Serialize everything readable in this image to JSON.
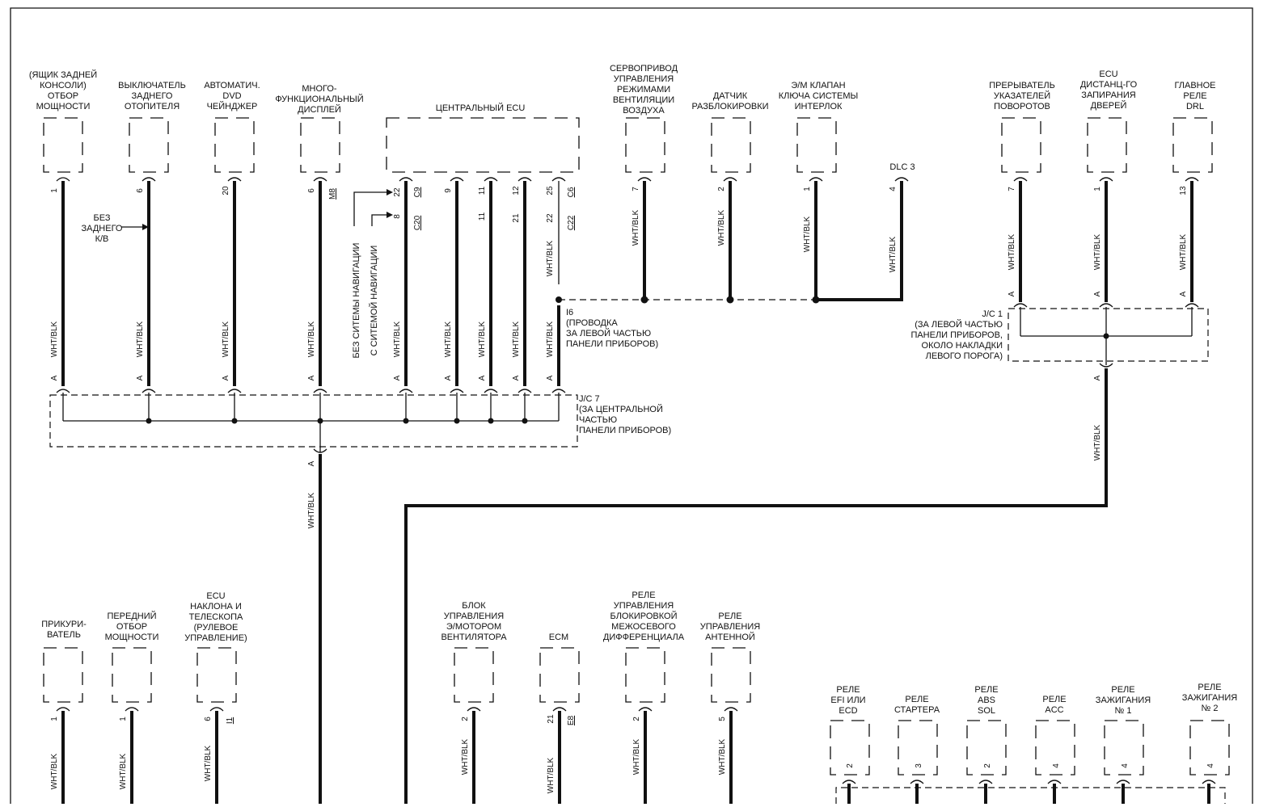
{
  "components_top": [
    {
      "id": "c1",
      "lines": [
        "(ЯЩИК ЗАДНЕЙ",
        "КОНСОЛИ)",
        "ОТБОР",
        "МОЩНОСТИ"
      ],
      "pin": "1"
    },
    {
      "id": "c2",
      "lines": [
        "ВЫКЛЮЧАТЕЛЬ",
        "ЗАДНЕГО",
        "ОТОПИТЕЛЯ"
      ],
      "pin": "6"
    },
    {
      "id": "c3",
      "lines": [
        "АВТОМАТИЧ.",
        "DVD",
        "ЧЕЙНДЖЕР"
      ],
      "pin": "20"
    },
    {
      "id": "c4",
      "lines": [
        "МНОГО-",
        "ФУНКЦИОНАЛЬНЫЙ",
        "ДИСПЛЕЙ"
      ],
      "pin": "6",
      "conn": "M8"
    },
    {
      "id": "c5",
      "lines": [
        "ЦЕНТРАЛЬНЫЙ ECU"
      ]
    },
    {
      "id": "c6",
      "lines": [
        "СЕРВОПРИВОД",
        "УПРАВЛЕНИЯ",
        "РЕЖИМАМИ",
        "ВЕНТИЛЯЦИИ",
        "ВОЗДУХА"
      ],
      "pin": "7"
    },
    {
      "id": "c7",
      "lines": [
        "ДАТЧИК",
        "РАЗБЛОКИРОВКИ"
      ],
      "pin": "2"
    },
    {
      "id": "c8",
      "lines": [
        "Э/М КЛАПАН",
        "КЛЮЧА СИСТЕМЫ",
        "ИНТЕРЛОК"
      ],
      "pin": "1"
    },
    {
      "id": "c9",
      "lines": [
        "DLC 3"
      ],
      "pin": "4"
    },
    {
      "id": "c10",
      "lines": [
        "ПРЕРЫВАТЕЛЬ",
        "УКАЗАТЕЛЕЙ",
        "ПОВОРОТОВ"
      ],
      "pin": "7"
    },
    {
      "id": "c11",
      "lines": [
        "ECU",
        "ДИСТАНЦ-ГО",
        "ЗАПИРАНИЯ",
        "ДВЕРЕЙ"
      ],
      "pin": "1"
    },
    {
      "id": "c12",
      "lines": [
        "ГЛАВНОЕ",
        "РЕЛЕ",
        "DRL"
      ],
      "pin": "13"
    }
  ],
  "ecu_pins": [
    {
      "pin": "22",
      "conn": "C9"
    },
    {
      "pin": "8",
      "conn": "C20"
    },
    {
      "pin": "9",
      "conn": ""
    },
    {
      "pin": "11",
      "conn": "",
      "pin2": "11"
    },
    {
      "pin": "12",
      "conn": "",
      "pin2": "21"
    },
    {
      "pin": "25",
      "conn": "C6",
      "pin2": "22",
      "conn2": "C22"
    }
  ],
  "components_bottom": [
    {
      "id": "b1",
      "lines": [
        "ПРИКУРИ-",
        "ВАТЕЛЬ"
      ],
      "pin": "1"
    },
    {
      "id": "b2",
      "lines": [
        "ПЕРЕДНИЙ",
        "ОТБОР",
        "МОЩНОСТИ"
      ],
      "pin": "1"
    },
    {
      "id": "b3",
      "lines": [
        "ECU",
        "НАКЛОНА И",
        "ТЕЛЕСКОПА",
        "(РУЛЕВОЕ",
        "УПРАВЛЕНИЕ)"
      ],
      "pin": "6",
      "conn": "I1"
    },
    {
      "id": "b4",
      "lines": [
        "БЛОК",
        "УПРАВЛЕНИЯ",
        "Э/МОТОРОМ",
        "ВЕНТИЛЯТОРА"
      ],
      "pin": "2"
    },
    {
      "id": "b5",
      "lines": [
        "ECM"
      ],
      "pin": "21",
      "conn": "E8"
    },
    {
      "id": "b6",
      "lines": [
        "РЕЛЕ",
        "УПРАВЛЕНИЯ",
        "БЛОКИРОВКОЙ",
        "МЕЖОСЕВОГО",
        "ДИФФЕРЕНЦИАЛА"
      ],
      "pin": "2"
    },
    {
      "id": "b7",
      "lines": [
        "РЕЛЕ",
        "УПРАВЛЕНИЯ",
        "АНТЕННОЙ"
      ],
      "pin": "5"
    }
  ],
  "relays": [
    {
      "lines": [
        "РЕЛЕ",
        "EFI ИЛИ",
        "ECD"
      ],
      "pin": "2"
    },
    {
      "lines": [
        "РЕЛЕ",
        "СТАРТЕРА"
      ],
      "pin": "3"
    },
    {
      "lines": [
        "РЕЛЕ",
        "ABS",
        "SOL"
      ],
      "pin": "2"
    },
    {
      "lines": [
        "РЕЛЕ",
        "ACC"
      ],
      "pin": "4"
    },
    {
      "lines": [
        "РЕЛЕ",
        "ЗАЖИГАНИЯ",
        "№ 1"
      ],
      "pin": "4"
    },
    {
      "lines": [
        "РЕЛЕ",
        "ЗАЖИГАНИЯ",
        "№ 2"
      ],
      "pin": "4"
    }
  ],
  "wire_color": "WHT/BLK",
  "terminal_a": "A",
  "notes": {
    "no_rear_ac": [
      "БЕЗ",
      "ЗАДНЕГО",
      "К/В"
    ],
    "without_nav": "БЕЗ СИТЕМЫ НАВИГАЦИИ",
    "with_nav": "С СИТЕМОЙ НАВИГАЦИИ",
    "i6": [
      "I6",
      "(ПРОВОДКА",
      "ЗА ЛЕВОЙ ЧАСТЬЮ",
      "ПАНЕЛИ ПРИБОРОВ)"
    ],
    "jc7": [
      "J/C 7",
      "(ЗА ЦЕНТРАЛЬНОЙ",
      "ЧАСТЬЮ",
      "ПАНЕЛИ ПРИБОРОВ)"
    ],
    "jc1": [
      "J/C 1",
      "(ЗА ЛЕВОЙ ЧАСТЬЮ",
      "ПАНЕЛИ ПРИБОРОВ,",
      "ОКОЛО НАКЛАДКИ",
      "ЛЕВОГО ПОРОГА)"
    ]
  }
}
